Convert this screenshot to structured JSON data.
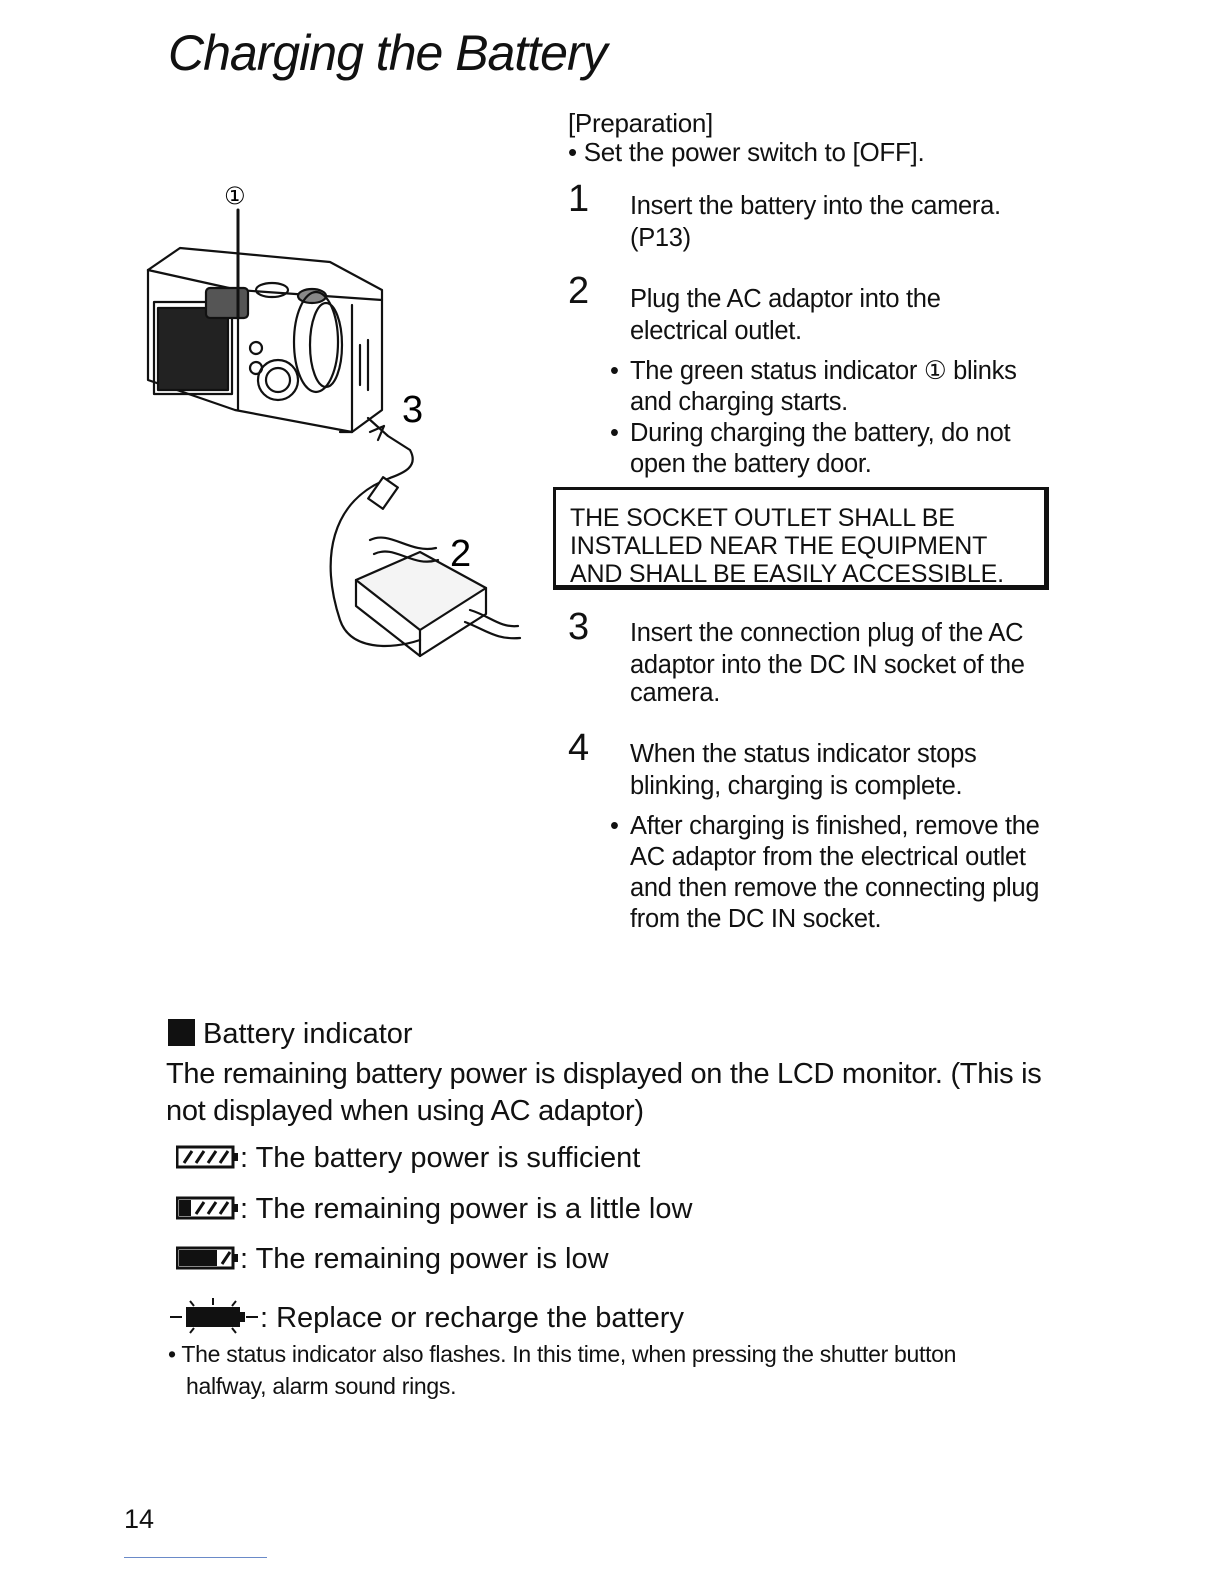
{
  "title": "Charging the Battery",
  "preparation": {
    "label": "[Preparation]",
    "item": "• Set the power switch to [OFF]."
  },
  "figure": {
    "callout_1": "①",
    "label_3": "3",
    "label_2": "2"
  },
  "steps": [
    {
      "num": "1",
      "lines": [
        "Insert the battery into the camera.",
        "(P13)"
      ]
    },
    {
      "num": "2",
      "lines": [
        "Plug the AC adaptor into the",
        "electrical outlet."
      ],
      "bullets": [
        [
          "The green status indicator ① blinks",
          "and charging starts."
        ],
        [
          "During charging the battery, do not",
          "open the battery door."
        ]
      ]
    },
    {
      "num": "3",
      "lines": [
        "Insert the connection plug of the AC",
        "adaptor into the DC IN socket of the",
        "camera."
      ]
    },
    {
      "num": "4",
      "lines": [
        "When the status indicator stops",
        "blinking, charging is complete."
      ],
      "bullets": [
        [
          "After charging is finished, remove the",
          "AC adaptor from the electrical outlet",
          "and then remove the connecting plug",
          "from the DC IN socket."
        ]
      ]
    }
  ],
  "warning": [
    "THE SOCKET OUTLET SHALL BE",
    "INSTALLED NEAR THE EQUIPMENT",
    "AND SHALL BE EASILY ACCESSIBLE."
  ],
  "battery": {
    "heading": "Battery indicator",
    "description": [
      "The remaining battery power is displayed on the LCD monitor. (This is",
      "not displayed when using AC adaptor)"
    ],
    "indicators": [
      {
        "icon": "battery-full-icon",
        "text": ": The battery power is sufficient"
      },
      {
        "icon": "battery-medium-icon",
        "text": ": The remaining power is a little low"
      },
      {
        "icon": "battery-low-icon",
        "text": ": The remaining power is low"
      },
      {
        "icon": "battery-empty-flashing-icon",
        "text": ": Replace or recharge the battery"
      }
    ],
    "note": [
      "• The status indicator also flashes. In this time, when pressing the shutter button",
      "halfway, alarm sound rings."
    ]
  },
  "page_number": "14"
}
